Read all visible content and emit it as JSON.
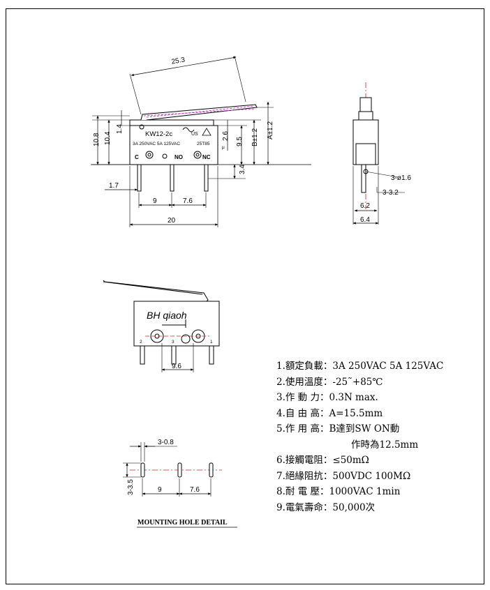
{
  "top_view": {
    "model": "KW12-2c",
    "ul_mark": "US",
    "rating": "3A 250VAC 5A 125VAC",
    "temp": "25T85",
    "terminals": [
      "C",
      "NO",
      "NC"
    ],
    "micro_mark": "μ"
  },
  "dimensions": {
    "lever": "25.3",
    "height_total": "10.8",
    "height_body": "10.4",
    "top_step": "1.4",
    "right_2_6": "2.6",
    "right_9_5": "9.5",
    "b": "B±1.2",
    "a": "A±1.2",
    "pin_3_4": "3.4",
    "pin_1_7": "1.7",
    "pitch_9": "9",
    "pitch_7_6": "7.6",
    "length_20": "20",
    "hole": "3-ø1.6",
    "pin_3_2": "3-3.2",
    "width_6_2": "6.2",
    "width_6_4": "6.4",
    "pitch_9_6": "9.6",
    "hole_0_8": "3-0.8",
    "hole_3_5": "3-3.5",
    "mh_9": "9",
    "mh_7_6": "7.6"
  },
  "bottom_view": {
    "brand": "BH qiaoh",
    "terminals": [
      "2",
      "3",
      "1"
    ]
  },
  "mounting_title": "MOUNTING HOLE DETAIL",
  "specs": [
    {
      "num": "1.",
      "label": "額定負載：",
      "value": "3A 250VAC 5A 125VAC"
    },
    {
      "num": "2.",
      "label": "使用溫度：",
      "value": "-25˜+85℃"
    },
    {
      "num": "3.",
      "label": "作 動 力：",
      "value": "0.3N max."
    },
    {
      "num": "4.",
      "label": "自 由 高：",
      "value": "A=15.5mm"
    },
    {
      "num": "5.",
      "label": "作 用 高：",
      "value": "B達到SW ON動"
    },
    {
      "num": "",
      "label": "",
      "value": "作時為12.5mm"
    },
    {
      "num": "6.",
      "label": "接觸電阻：",
      "value": "≤50mΩ"
    },
    {
      "num": "7.",
      "label": "絕緣阻抗：",
      "value": "500VDC  100MΩ"
    },
    {
      "num": "8.",
      "label": "耐 電 壓：",
      "value": "1000VAC  1min"
    },
    {
      "num": "9.",
      "label": "電氣壽命：",
      "value": "50,000次"
    }
  ]
}
